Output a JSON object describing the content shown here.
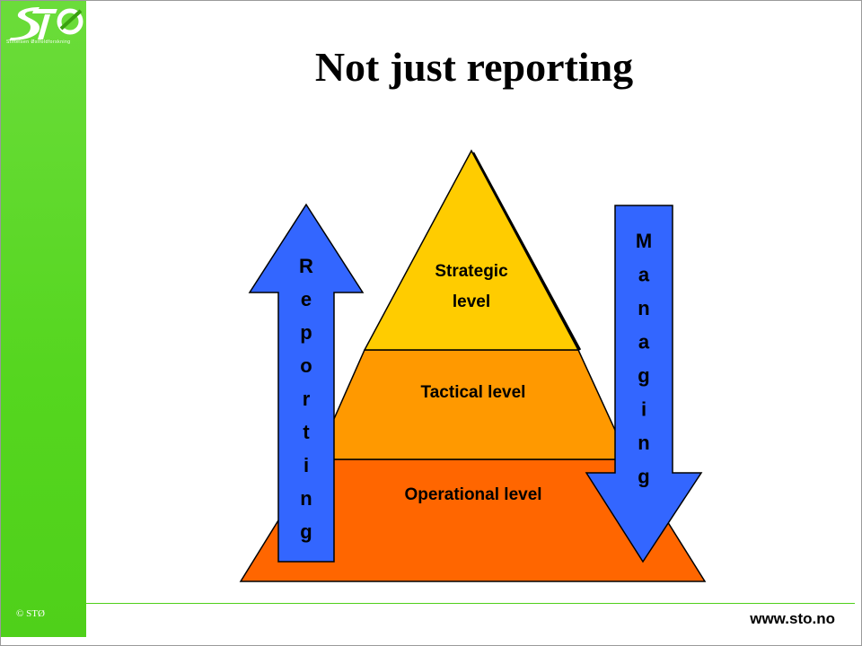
{
  "slide": {
    "title": "Not just reporting",
    "logo_subtitle": "Stiftelsen Østfoldforskning",
    "copyright": "© STØ",
    "website": "www.sto.no"
  },
  "pyramid": {
    "levels": [
      {
        "lines": [
          "Strategic",
          "level"
        ],
        "color": "#ffcc00"
      },
      {
        "lines": [
          "Tactical level"
        ],
        "color": "#ff9900"
      },
      {
        "lines": [
          "Operational level"
        ],
        "color": "#ff6600"
      }
    ]
  },
  "arrows": {
    "reporting": {
      "label": "Reporting",
      "direction": "up",
      "color": "#3366ff"
    },
    "managing": {
      "label": "Managing",
      "direction": "down",
      "color": "#3366ff"
    }
  }
}
